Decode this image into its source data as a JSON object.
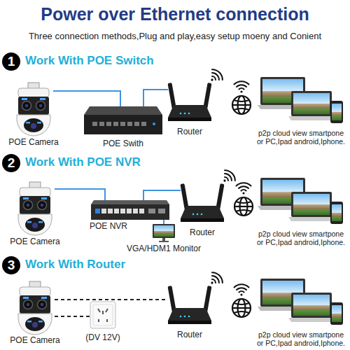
{
  "diagram": {
    "title": "Power over Ethernet connection",
    "nodes": [
      {
        "text": [
          "1"
        ]
      },
      {
        "text": [
          "POE Camera"
        ]
      },
      {
        "text": [
          "POE Swith"
        ]
      },
      {
        "text": [
          "Router"
        ]
      },
      {
        "text": [
          "p2p cloud view smartpone or PC,Ipad android,Iphone."
        ]
      },
      {
        "text": [
          "2"
        ]
      },
      {
        "text": [
          "POE Camera"
        ]
      },
      {
        "text": [
          "POE NVR"
        ]
      },
      {
        "text": [
          "VGA/HDM1 Monitor"
        ]
      },
      {
        "text": [
          "Router"
        ]
      },
      {
        "text": [
          "p2p cloud view smartpone or PC,Ipad android,Iphone."
        ]
      },
      {
        "text": [
          "3"
        ]
      },
      {
        "text": [
          "POE Camera"
        ]
      },
      {
        "text": [
          "(DV 12V)"
        ]
      },
      {
        "text": [
          "Router"
        ]
      },
      {
        "text": [
          "p2p cloud view smartpone or PC,Ipad android,Iphone."
        ]
      }
    ],
    "edges": [
      {
        "from": 1,
        "to": 2,
        "arrow": "none"
      },
      {
        "from": 2,
        "to": 3,
        "arrow": "none"
      },
      {
        "from": 6,
        "to": 7,
        "arrow": "none"
      },
      {
        "from": 7,
        "to": 9,
        "arrow": "none"
      },
      {
        "from": 7,
        "to": 8,
        "arrow": "none"
      },
      {
        "from": 12,
        "to": 13,
        "arrow": "none"
      },
      {
        "from": 12,
        "to": 14,
        "arrow": "none"
      }
    ],
    "labels": [
      "Three connection methods,Plug and play,easy setup moeny and Conient",
      "Work With POE Switch",
      "Work With POE NVR",
      "Work With Router"
    ]
  }
}
